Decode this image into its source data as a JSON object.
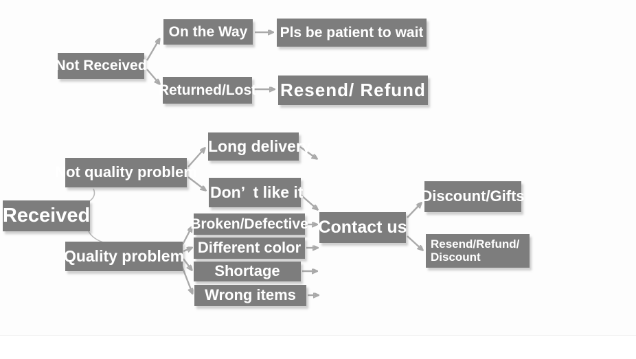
{
  "palette": {
    "box_fill": "#7d7d7d",
    "box_text": "#ffffff",
    "arrow": "#a9a9a9",
    "background": "#fdfdfd"
  },
  "flowchart": {
    "nodes": {
      "not_received": {
        "label": "Not Received"
      },
      "on_the_way": {
        "label": "On the Way"
      },
      "pls_wait": {
        "label": "Pls be patient to wait"
      },
      "returned_lost": {
        "label": "Returned/Lost"
      },
      "resend_refund": {
        "label": "Resend/ Refund"
      },
      "not_quality": {
        "label": "Not quality problem"
      },
      "long_delivery": {
        "label": "Long delivery"
      },
      "dont_like": {
        "label": "Don’  t like it"
      },
      "received": {
        "label": "Received"
      },
      "quality": {
        "label": "Quality problem"
      },
      "broken": {
        "label": "Broken/Defective"
      },
      "different": {
        "label": "Different color"
      },
      "shortage": {
        "label": "Shortage"
      },
      "wrong": {
        "label": "Wrong items"
      },
      "contact": {
        "label": "Contact us"
      },
      "discount_gifts": {
        "label": "Discount/Gifts"
      },
      "resend_discount": {
        "line1": "Resend/Refund/",
        "line2": "Discount"
      }
    },
    "edges": [
      {
        "from": "not_received",
        "to": "on_the_way"
      },
      {
        "from": "not_received",
        "to": "returned_lost"
      },
      {
        "from": "on_the_way",
        "to": "pls_wait"
      },
      {
        "from": "returned_lost",
        "to": "resend_refund"
      },
      {
        "from": "received",
        "to": "not_quality"
      },
      {
        "from": "received",
        "to": "quality"
      },
      {
        "from": "not_quality",
        "to": "long_delivery"
      },
      {
        "from": "not_quality",
        "to": "dont_like"
      },
      {
        "from": "long_delivery",
        "to": "contact"
      },
      {
        "from": "dont_like",
        "to": "contact"
      },
      {
        "from": "quality",
        "to": "broken"
      },
      {
        "from": "quality",
        "to": "different"
      },
      {
        "from": "quality",
        "to": "shortage"
      },
      {
        "from": "quality",
        "to": "wrong"
      },
      {
        "from": "broken",
        "to": "contact"
      },
      {
        "from": "different",
        "to": "contact"
      },
      {
        "from": "shortage",
        "to": "contact"
      },
      {
        "from": "wrong",
        "to": "contact"
      },
      {
        "from": "contact",
        "to": "discount_gifts"
      },
      {
        "from": "contact",
        "to": "resend_discount"
      }
    ]
  }
}
